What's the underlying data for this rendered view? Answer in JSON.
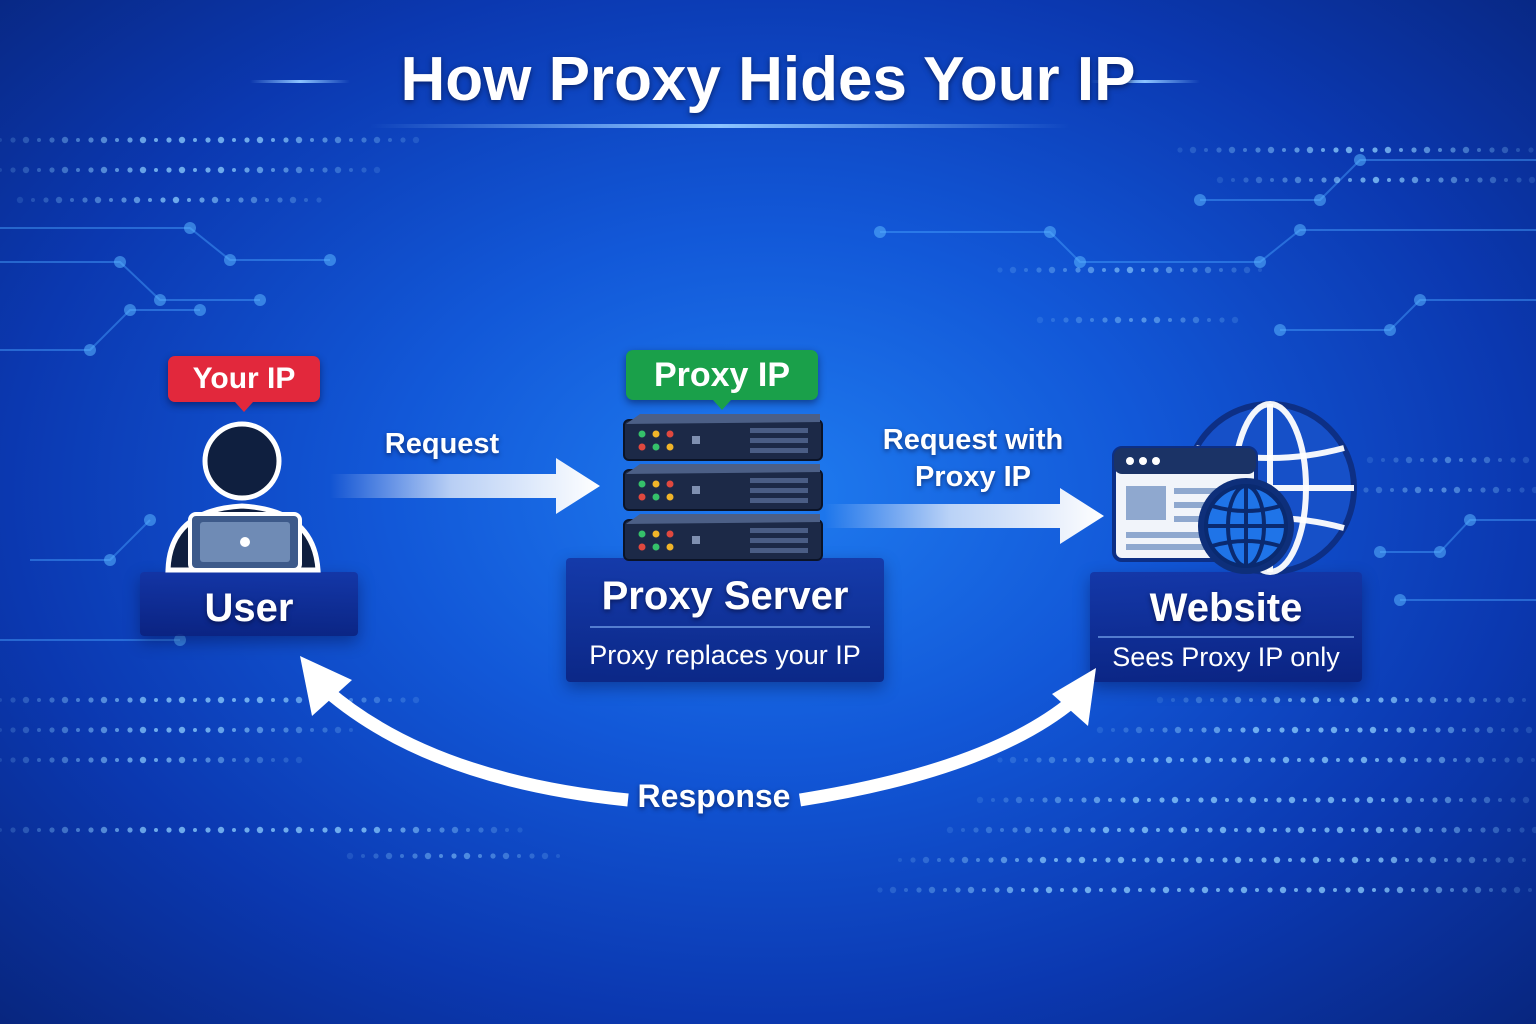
{
  "title": "How Proxy Hides Your IP",
  "colors": {
    "background": "#1258d8",
    "your_ip_tag": "#e2283c",
    "proxy_ip_tag": "#1aa04a",
    "server": "#1f2e4e",
    "arrow": "#ffffff"
  },
  "user": {
    "tag": "Your IP",
    "label": "User",
    "icon": "user-laptop-icon"
  },
  "proxy": {
    "tag": "Proxy IP",
    "label": "Proxy Server",
    "sub": "Proxy replaces your IP",
    "icon": "server-stack-icon"
  },
  "website": {
    "label": "Website",
    "sub": "Sees Proxy IP only",
    "icon": "browser-globe-icon"
  },
  "flows": {
    "request": "Request",
    "request_with_proxy_line1": "Request with",
    "request_with_proxy_line2": "Proxy IP",
    "response": "Response"
  }
}
